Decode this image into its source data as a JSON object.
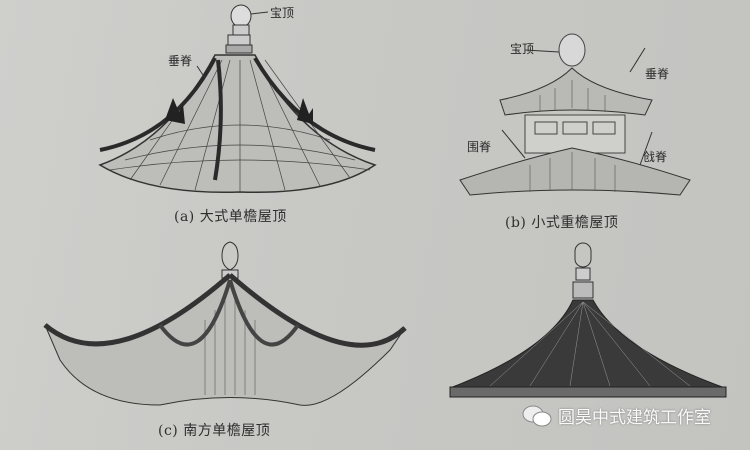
{
  "figure": {
    "panels": [
      {
        "id": "a",
        "caption": "(a) 大式单檐屋顶",
        "labels": [
          "宝顶",
          "垂脊"
        ]
      },
      {
        "id": "b",
        "caption": "(b) 小式重檐屋顶",
        "labels": [
          "宝顶",
          "垂脊",
          "围脊",
          "戗脊"
        ]
      },
      {
        "id": "c",
        "caption": "(c) 南方单檐屋顶",
        "labels": []
      },
      {
        "id": "d",
        "caption": "",
        "labels": []
      }
    ]
  },
  "watermark": {
    "icon": "wechat-icon",
    "text": "圆昊中式建筑工作室"
  },
  "colors": {
    "background": "#c9c9c6",
    "ink": "#2a2a2a"
  }
}
